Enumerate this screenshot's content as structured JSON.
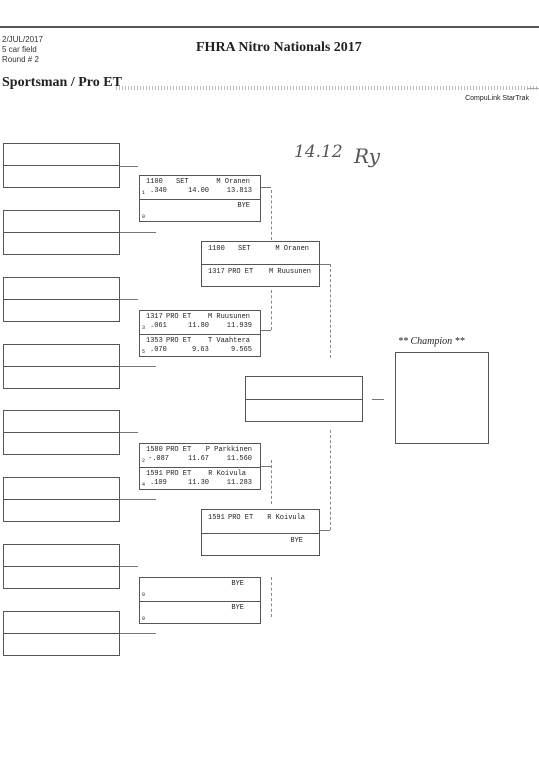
{
  "header": {
    "date": "2/JUL/2017",
    "field": "5 car field",
    "round": "Round # 2",
    "event_title": "FHRA Nitro Nationals 2017",
    "class_title": "Sportsman / Pro ET",
    "brand": "CompuLink StarTrak"
  },
  "handwritten": {
    "time": "14.12",
    "initials": "Ry"
  },
  "round2": [
    {
      "top": {
        "car": "1100",
        "class": "SET",
        "driver": "M Oranen",
        "lane": "1",
        "rt": ".340",
        "dial": "14.00",
        "et": "13.813"
      },
      "bottom": {
        "car": "",
        "class": "",
        "driver": "BYE",
        "lane": "0",
        "rt": "",
        "dial": "",
        "et": ""
      }
    },
    {
      "top": {
        "car": "1317",
        "class": "PRO ET",
        "driver": "M Ruusunen",
        "lane": "3",
        "rt": ".061",
        "dial": "11.80",
        "et": "11.939"
      },
      "bottom": {
        "car": "1353",
        "class": "PRO ET",
        "driver": "T Vaahtera",
        "lane": "5",
        "rt": ".070",
        "dial": "9.63",
        "et": "9.565"
      }
    },
    {
      "top": {
        "car": "1580",
        "class": "PRO ET",
        "driver": "P Parkkinen",
        "lane": "2",
        "rt": "-.087",
        "dial": "11.67",
        "et": "11.560"
      },
      "bottom": {
        "car": "1591",
        "class": "PRO ET",
        "driver": "R Koivula",
        "lane": "4",
        "rt": ".109",
        "dial": "11.30",
        "et": "11.283"
      }
    },
    {
      "top": {
        "car": "",
        "class": "",
        "driver": "BYE",
        "lane": "0",
        "rt": "",
        "dial": "",
        "et": ""
      },
      "bottom": {
        "car": "",
        "class": "",
        "driver": "BYE",
        "lane": "0",
        "rt": "",
        "dial": "",
        "et": ""
      }
    }
  ],
  "round3": [
    {
      "top": {
        "car": "1100",
        "class": "SET",
        "driver": "M Oranen"
      },
      "bottom": {
        "car": "1317",
        "class": "PRO ET",
        "driver": "M Ruusunen"
      }
    },
    {
      "top": {
        "car": "1591",
        "class": "PRO ET",
        "driver": "R Koivula"
      },
      "bottom": {
        "car": "",
        "class": "",
        "driver": "BYE"
      }
    }
  ],
  "champion_label": "** Champion **"
}
